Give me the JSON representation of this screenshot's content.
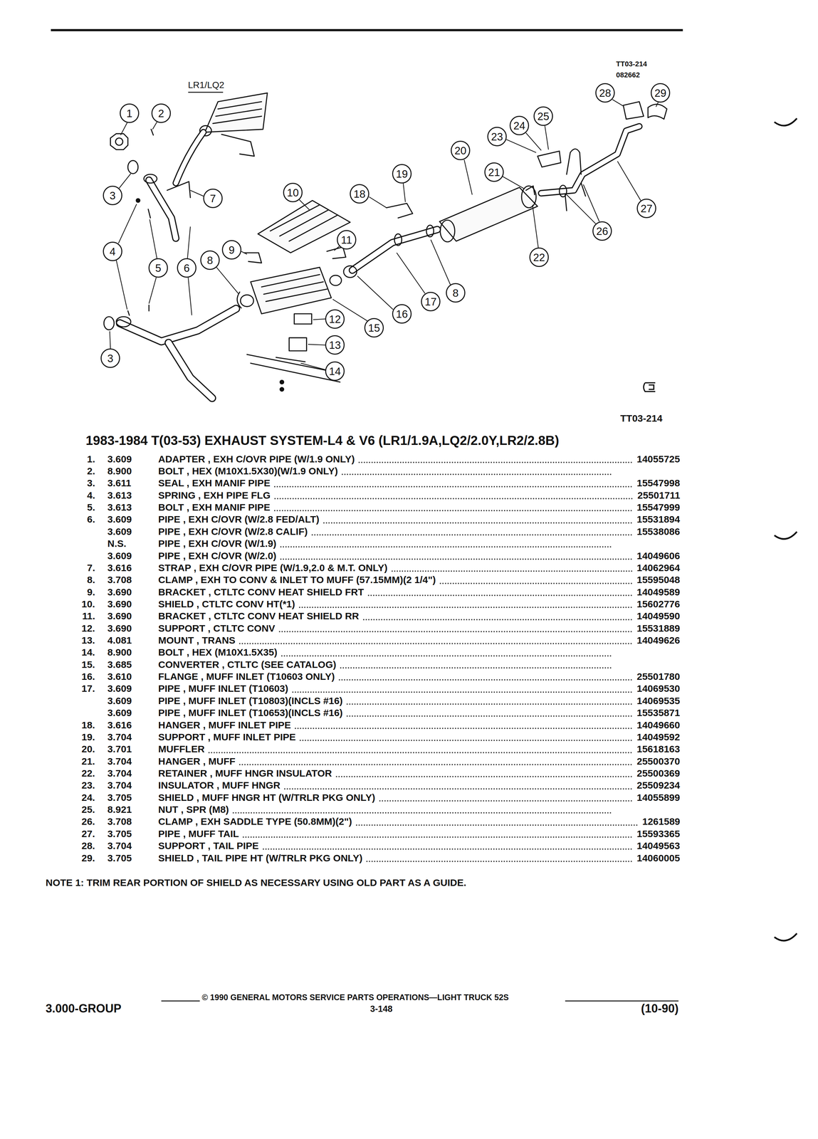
{
  "diagram": {
    "title": "1983-1984 T(03-53) EXHAUST SYSTEM-L4 & V6 (LR1/1.9A,LQ2/2.0Y,LR2/2.8B)",
    "nodes": [
      {
        "text": [
          "28"
        ]
      },
      {
        "text": [
          "29"
        ]
      },
      {
        "text": [
          "1"
        ]
      },
      {
        "text": [
          "2"
        ]
      },
      {
        "text": [
          "25"
        ]
      },
      {
        "text": [
          "24"
        ]
      },
      {
        "text": [
          "23"
        ]
      },
      {
        "text": [
          "20"
        ]
      },
      {
        "text": [
          "19"
        ]
      },
      {
        "text": [
          "21"
        ]
      },
      {
        "text": [
          "10"
        ]
      },
      {
        "text": [
          "18"
        ]
      },
      {
        "text": [
          "3"
        ]
      },
      {
        "text": [
          "7"
        ]
      },
      {
        "text": [
          "27"
        ]
      },
      {
        "text": [
          "26"
        ]
      },
      {
        "text": [
          "11"
        ]
      },
      {
        "text": [
          "9"
        ]
      },
      {
        "text": [
          "4"
        ]
      },
      {
        "text": [
          "8"
        ]
      },
      {
        "text": [
          "22"
        ]
      },
      {
        "text": [
          "5"
        ]
      },
      {
        "text": [
          "6"
        ]
      },
      {
        "text": [
          "8"
        ]
      },
      {
        "text": [
          "17"
        ]
      },
      {
        "text": [
          "16"
        ]
      },
      {
        "text": [
          "12"
        ]
      },
      {
        "text": [
          "15"
        ]
      },
      {
        "text": [
          "13"
        ]
      },
      {
        "text": [
          "3"
        ]
      },
      {
        "text": [
          "14"
        ]
      }
    ],
    "labels": [
      "LR1/LQ2",
      "TT03-214",
      "082662",
      "TT03-214",
      "1.",
      "3.609",
      "ADAPTER , EXH C/OVR PIPE (W/1.9 ONLY)",
      "14055725",
      "2.",
      "8.900",
      "BOLT , HEX (M10X1.5X30)(W/1.9 ONLY)",
      "3.",
      "3.611",
      "SEAL , EXH MANIF PIPE",
      "15547998",
      "4.",
      "3.613",
      "SPRING , EXH PIPE FLG",
      "25501711",
      "5.",
      "3.613",
      "BOLT , EXH MANIF PIPE",
      "15547999",
      "6.",
      "3.609",
      "PIPE , EXH C/OVR (W/2.8 FED/ALT)",
      "15531894",
      "3.609",
      "PIPE , EXH C/OVR (W/2.8 CALIF)",
      "15538086",
      "N.S.",
      "PIPE , EXH C/OVR (W/1.9)",
      "3.609",
      "PIPE , EXH C/OVR (W/2.0)",
      "14049606",
      "7.",
      "3.616",
      "STRAP , EXH C/OVR PIPE (W/1.9,2.0 & M.T. ONLY)",
      "14062964",
      "8.",
      "3.708",
      "CLAMP , EXH TO CONV & INLET TO MUFF (57.15MM)(2 1/4\")",
      "15595048",
      "9.",
      "3.690",
      "BRACKET , CTLTC CONV HEAT SHIELD FRT",
      "14049589",
      "10.",
      "3.690",
      "SHIELD , CTLTC CONV HT(*1)",
      "15602776",
      "11.",
      "3.690",
      "BRACKET , CTLTC CONV HEAT SHIELD RR",
      "14049590",
      "12.",
      "3.690",
      "SUPPORT , CTLTC CONV",
      "15531889",
      "13.",
      "4.081",
      "MOUNT , TRANS",
      "14049626",
      "14.",
      "8.900",
      "BOLT , HEX (M10X1.5X35)",
      "15.",
      "3.685",
      "CONVERTER , CTLTC (SEE CATALOG)",
      "16.",
      "3.610",
      "FLANGE , MUFF INLET (T10603 ONLY)",
      "25501780",
      "17.",
      "3.609",
      "PIPE , MUFF INLET (T10603)",
      "14069530",
      "3.609",
      "PIPE , MUFF INLET (T10803)(INCLS #16)",
      "14069535",
      "3.609",
      "PIPE , MUFF INLET (T10653)(INCLS #16)",
      "15535871",
      "18.",
      "3.616",
      "HANGER , MUFF INLET PIPE",
      "14049660",
      "19.",
      "3.704",
      "SUPPORT , MUFF INLET PIPE",
      "14049592",
      "20.",
      "3.701",
      "MUFFLER",
      "15618163",
      "21.",
      "3.704",
      "HANGER , MUFF",
      "25500370",
      "22.",
      "3.704",
      "RETAINER , MUFF HNGR INSULATOR",
      "25500369",
      "23.",
      "3.704",
      "INSULATOR , MUFF HNGR",
      "25509234",
      "24.",
      "3.705",
      "SHIELD , MUFF HNGR HT (W/TRLR PKG ONLY)",
      "14055899",
      "25.",
      "8.921",
      "NUT , SPR (M8)",
      "26.",
      "3.708",
      "CLAMP , EXH SADDLE TYPE (50.8MM)(2\")",
      "1261589",
      "27.",
      "3.705",
      "PIPE , MUFF TAIL",
      "15593365",
      "28.",
      "3.704",
      "SUPPORT , TAIL PIPE",
      "14049563",
      "29.",
      "3.705",
      "SHIELD , TAIL PIPE HT (W/TRLR PKG ONLY)",
      "14060005",
      "NOTE 1: TRIM REAR PORTION OF SHIELD AS NECESSARY USING OLD PART AS A GUIDE.",
      "© 1990 GENERAL MOTORS SERVICE PARTS OPERATIONS—LIGHT TRUCK 52S",
      "3-148",
      "3.000-GROUP",
      "(10-90)"
    ]
  }
}
